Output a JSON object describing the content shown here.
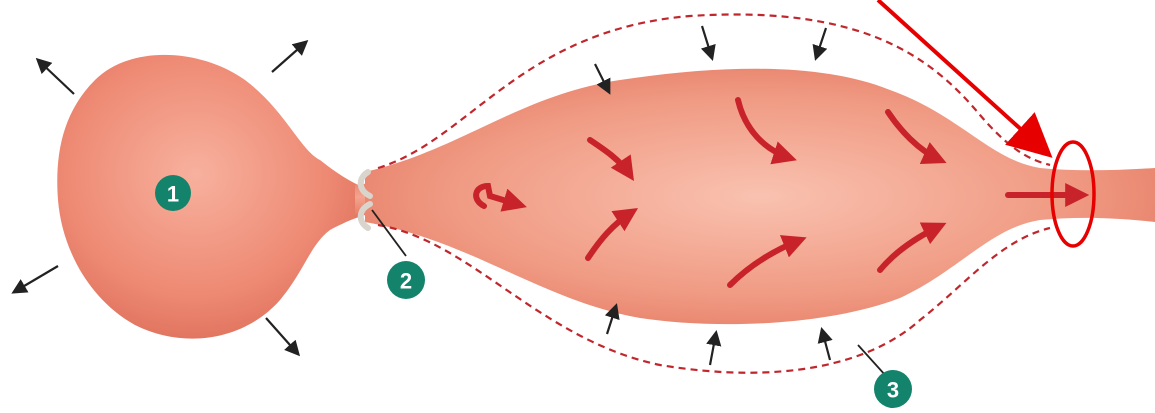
{
  "colors": {
    "body_fill": "#ef8f7a",
    "body_highlight": "#f8bba8",
    "body_shadow": "#e2705c",
    "flow_arrow": "#c8222a",
    "outline_dash": "#c0272d",
    "pressure_arrow": "#222222",
    "badge": "#13836b",
    "badge_text": "#ffffff",
    "highlight_marker": "#e60000",
    "valve": "#d9d4cc"
  },
  "labels": {
    "badge_1": "1",
    "badge_2": "2",
    "badge_3": "3"
  },
  "icons": {
    "pressure_arrow": "arrow-icon",
    "flow_arrow": "curved-arrow-icon"
  }
}
